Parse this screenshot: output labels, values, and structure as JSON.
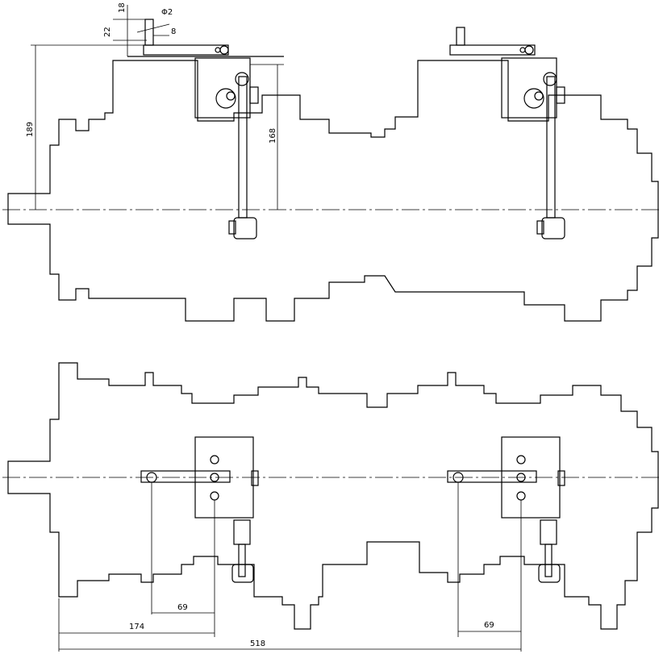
{
  "drawing": {
    "top_view": {
      "dimensions": {
        "d18": "18",
        "d22": "22",
        "phi2": "Φ2",
        "d8": "8",
        "d189": "189",
        "d168": "168"
      }
    },
    "bottom_view": {
      "dimensions": {
        "d69_left": "69",
        "d174": "174",
        "d69_right": "69",
        "d518": "518"
      }
    }
  }
}
